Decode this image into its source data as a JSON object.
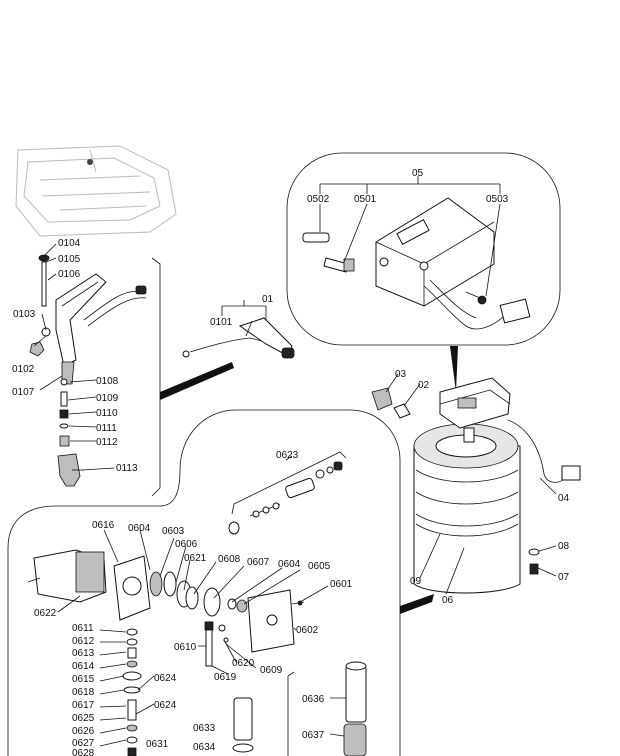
{
  "labels": {
    "l05": "05",
    "l0502": "0502",
    "l0501": "0501",
    "l0503": "0503",
    "l0104": "0104",
    "l0105": "0105",
    "l0106": "0106",
    "l0103": "0103",
    "l0102": "0102",
    "l0107": "0107",
    "l0108": "0108",
    "l0109": "0109",
    "l0110": "0110",
    "l0111": "0111",
    "l0112": "0112",
    "l0113": "0113",
    "l01": "01",
    "l0101": "0101",
    "l03": "03",
    "l02": "02",
    "l04": "04",
    "l08": "08",
    "l07": "07",
    "l09": "09",
    "l06": "06",
    "l0623": "0623",
    "l0616": "0616",
    "l0604a": "0604",
    "l0603": "0603",
    "l0606": "0606",
    "l0621": "0621",
    "l0608": "0608",
    "l0607": "0607",
    "l0604b": "0604",
    "l0605": "0605",
    "l0601": "0601",
    "l0622": "0622",
    "l0602": "0602",
    "l0611": "0611",
    "l0612": "0612",
    "l0613": "0613",
    "l0614": "0614",
    "l0615": "0615",
    "l0618": "0618",
    "l0617": "0617",
    "l0625": "0625",
    "l0626": "0626",
    "l0627": "0627",
    "l0628": "0628",
    "l0624a": "0624",
    "l0624b": "0624",
    "l0610": "0610",
    "l0619": "0619",
    "l0620": "0620",
    "l0609": "0609",
    "l0631": "0631",
    "l0633": "0633",
    "l0634": "0634",
    "l0636": "0636",
    "l0637": "0637"
  }
}
